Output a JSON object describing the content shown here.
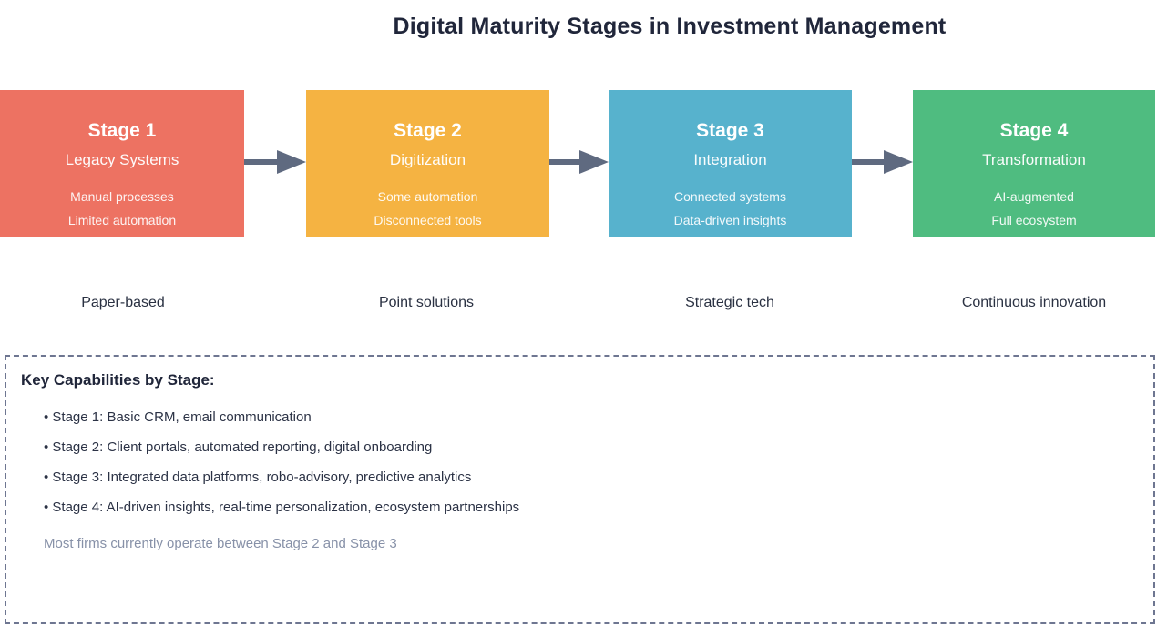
{
  "title": "Digital Maturity Stages in Investment Management",
  "arrow_color": "#5f6a80",
  "stages": [
    {
      "title": "Stage 1",
      "subtitle": "Legacy Systems",
      "details": [
        "Manual processes",
        "Limited automation"
      ],
      "label": "Paper-based",
      "color": "#ED7262"
    },
    {
      "title": "Stage 2",
      "subtitle": "Digitization",
      "details": [
        "Some automation",
        "Disconnected tools"
      ],
      "label": "Point solutions",
      "color": "#F5B342"
    },
    {
      "title": "Stage 3",
      "subtitle": "Integration",
      "details": [
        "Connected systems",
        "Data-driven insights"
      ],
      "label": "Strategic tech",
      "color": "#57B2CD"
    },
    {
      "title": "Stage 4",
      "subtitle": "Transformation",
      "details": [
        "AI-augmented",
        "Full ecosystem"
      ],
      "label": "Continuous innovation",
      "color": "#4FBC80"
    }
  ],
  "capabilities": {
    "heading": "Key Capabilities by Stage:",
    "items": [
      "• Stage 1: Basic CRM, email communication",
      "• Stage 2: Client portals, automated reporting, digital onboarding",
      "• Stage 3: Integrated data platforms, robo-advisory, predictive analytics",
      "• Stage 4: AI-driven insights, real-time personalization, ecosystem partnerships"
    ],
    "note": "Most firms currently operate between Stage 2 and Stage 3"
  }
}
